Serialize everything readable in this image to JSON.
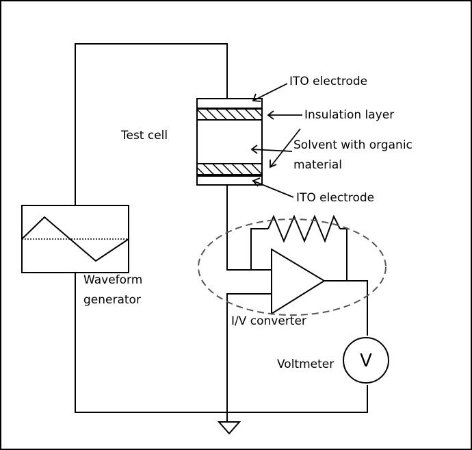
{
  "labels": {
    "ito_top": "ITO electrode",
    "insulation": "Insulation layer",
    "solvent_line1": "Solvent with organic",
    "solvent_line2": "material",
    "ito_bottom": "ITO electrode",
    "test_cell": "Test cell",
    "waveform_line1": "Waveform",
    "waveform_line2": "generator",
    "iv_converter": "I/V converter",
    "voltmeter": "Voltmeter",
    "voltmeter_symbol": "V"
  }
}
